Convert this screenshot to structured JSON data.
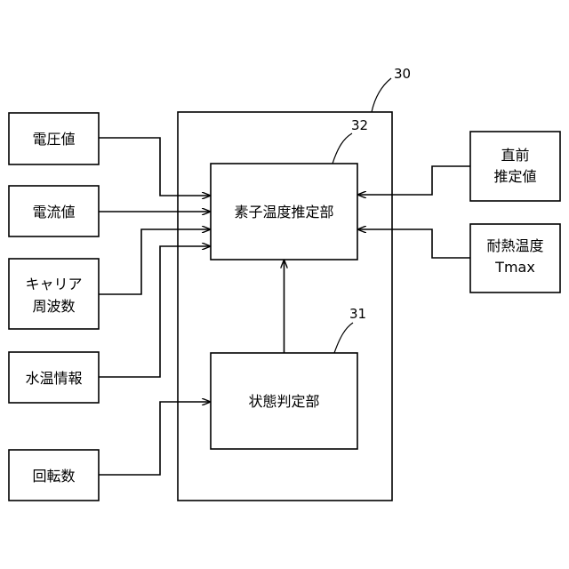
{
  "inputs": {
    "voltage": "電圧値",
    "current": "電流値",
    "carrier_line1": "キャリア",
    "carrier_line2": "周波数",
    "water_temp": "水温情報",
    "rotation": "回転数"
  },
  "right_inputs": {
    "previous_line1": "直前",
    "previous_line2": "推定値",
    "heat_line1": "耐熱温度",
    "heat_line2": "Tmax"
  },
  "blocks": {
    "estimator": "素子温度推定部",
    "state_judge": "状態判定部"
  },
  "refs": {
    "controller": "30",
    "state_judge": "31",
    "estimator": "32"
  },
  "colors": {
    "line": "#000000",
    "background": "#ffffff"
  }
}
